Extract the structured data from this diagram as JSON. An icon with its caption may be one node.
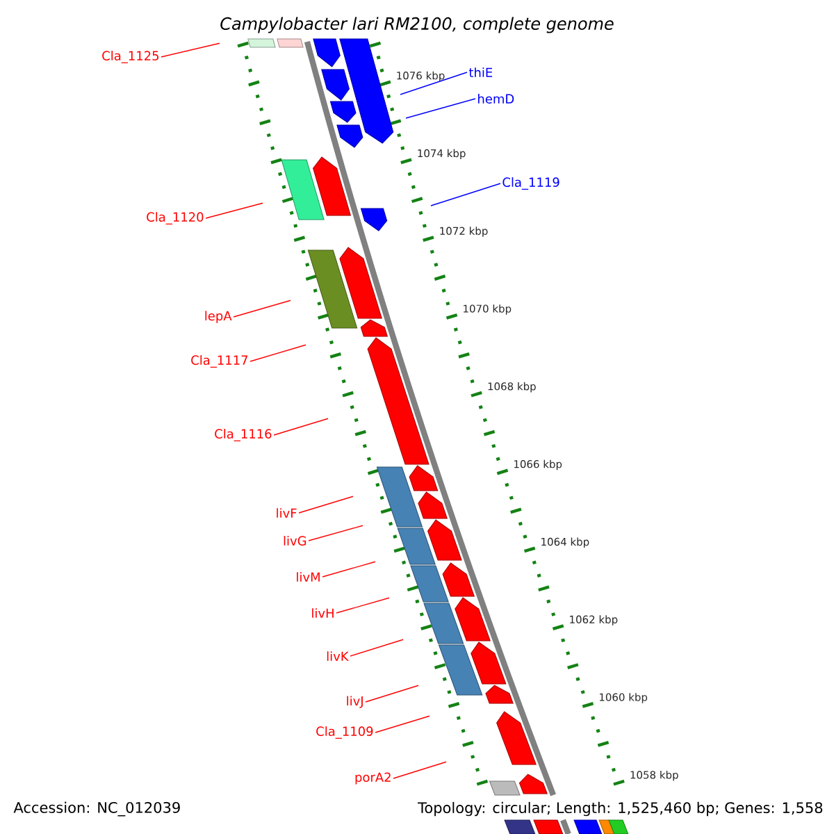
{
  "diagram": {
    "title": "Campylobacter lari RM2100, complete genome",
    "nodes": [
      {
        "text": [
          "Cla_1125"
        ]
      },
      {
        "text": [
          "thiE"
        ]
      },
      {
        "text": [
          "hemD"
        ]
      },
      {
        "text": [
          "Cla_1119"
        ]
      },
      {
        "text": [
          "Cla_1120"
        ]
      },
      {
        "text": [
          "lepA"
        ]
      },
      {
        "text": [
          "Cla_1117"
        ]
      },
      {
        "text": [
          "Cla_1116"
        ]
      },
      {
        "text": [
          "livF"
        ]
      },
      {
        "text": [
          "livG"
        ]
      },
      {
        "text": [
          "livM"
        ]
      },
      {
        "text": [
          "livH"
        ]
      },
      {
        "text": [
          "livK"
        ]
      },
      {
        "text": [
          "livJ"
        ]
      },
      {
        "text": [
          "Cla_1109"
        ]
      },
      {
        "text": [
          "porA2"
        ]
      }
    ],
    "edges": [
      {
        "from": 0,
        "to": null,
        "arrow": "none"
      },
      {
        "from": 1,
        "to": null,
        "arrow": "none",
        "color": "#0000ff"
      },
      {
        "from": 2,
        "to": null,
        "arrow": "none",
        "color": "#0000ff"
      },
      {
        "from": 3,
        "to": null,
        "arrow": "none",
        "color": "#0000ff"
      },
      {
        "from": 4,
        "to": null,
        "arrow": "none"
      },
      {
        "from": 5,
        "to": null,
        "arrow": "none"
      },
      {
        "from": 6,
        "to": null,
        "arrow": "none"
      },
      {
        "from": 7,
        "to": null,
        "arrow": "none"
      },
      {
        "from": 8,
        "to": null,
        "arrow": "none"
      },
      {
        "from": 9,
        "to": null,
        "arrow": "none"
      },
      {
        "from": 10,
        "to": null,
        "arrow": "none"
      },
      {
        "from": 11,
        "to": null,
        "arrow": "none"
      },
      {
        "from": 12,
        "to": null,
        "arrow": "none"
      },
      {
        "from": 13,
        "to": null,
        "arrow": "none"
      },
      {
        "from": 14,
        "to": null,
        "arrow": "none"
      },
      {
        "from": 15,
        "to": null,
        "arrow": "none"
      }
    ],
    "labels": [
      "1076 kbp",
      "1074 kbp",
      "1072 kbp",
      "1070 kbp",
      "1068 kbp",
      "1066 kbp",
      "1064 kbp",
      "1062 kbp",
      "1060 kbp",
      "1058 kbp",
      "Accession: NC_012039",
      "Topology: circular; Length: 1,525,460 bp; Genes: 1,558"
    ]
  }
}
